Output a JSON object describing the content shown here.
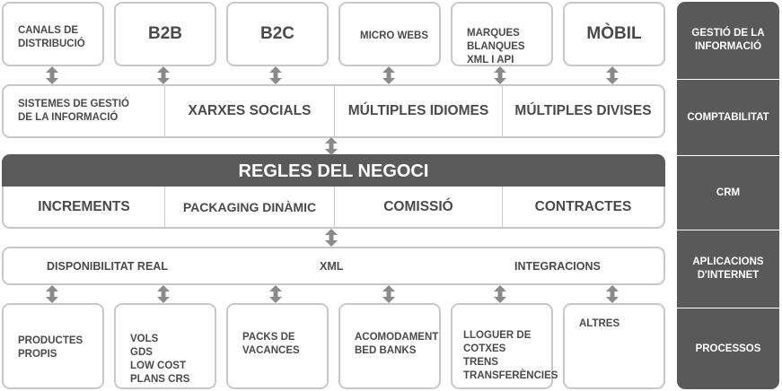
{
  "channels": {
    "canals": "CANALS DE\nDISTRIBUCIÓ",
    "b2b": "B2B",
    "b2c": "B2C",
    "micro": "MICRO WEBS",
    "marques": "MARQUES\nBLANQUES\nXML I API",
    "mobil": "MÒBIL"
  },
  "systems": {
    "sistemes": "SISTEMES DE GESTIÓ\nDE LA INFORMACIÓ",
    "xarxes": "XARXES SOCIALS",
    "idiomes": "MÚLTIPLES IDIOMES",
    "divises": "MÚLTIPLES DIVISES"
  },
  "rules": {
    "title": "REGLES DEL NEGOCI",
    "items": [
      "INCREMENTS",
      "PACKAGING DINÀMIC",
      "COMISSIÓ",
      "CONTRACTES"
    ]
  },
  "integration": {
    "disponibilitat": "DISPONIBILITAT REAL",
    "xml": "XML",
    "integracions": "INTEGRACIONS"
  },
  "products": {
    "propis": "PRODUCTES\nPROPIS",
    "vols": "VOLS\nGDS\nLOW COST\nPLANS CRS",
    "packs": "PACKS DE\nVACANCES",
    "acomodament": "ACOMODAMENT\nBED BANKS",
    "lloguer": "LLOGUER DE\nCOTXES\nTRENS\nTRANSFERÈNCIES",
    "altres": "ALTRES"
  },
  "sidebar": {
    "gestio": "GESTIÓ DE LA\nINFORMACIÓ",
    "comptabilitat": "COMPTABILITAT",
    "crm": "CRM",
    "aplicacions": "APLICACIONS\nD'INTERNET",
    "processos": "PROCESSOS"
  },
  "colors": {
    "dark": "#595959",
    "border": "#c8c8c8",
    "text": "#4a4a4a",
    "arrow": "#8a8a8a"
  }
}
